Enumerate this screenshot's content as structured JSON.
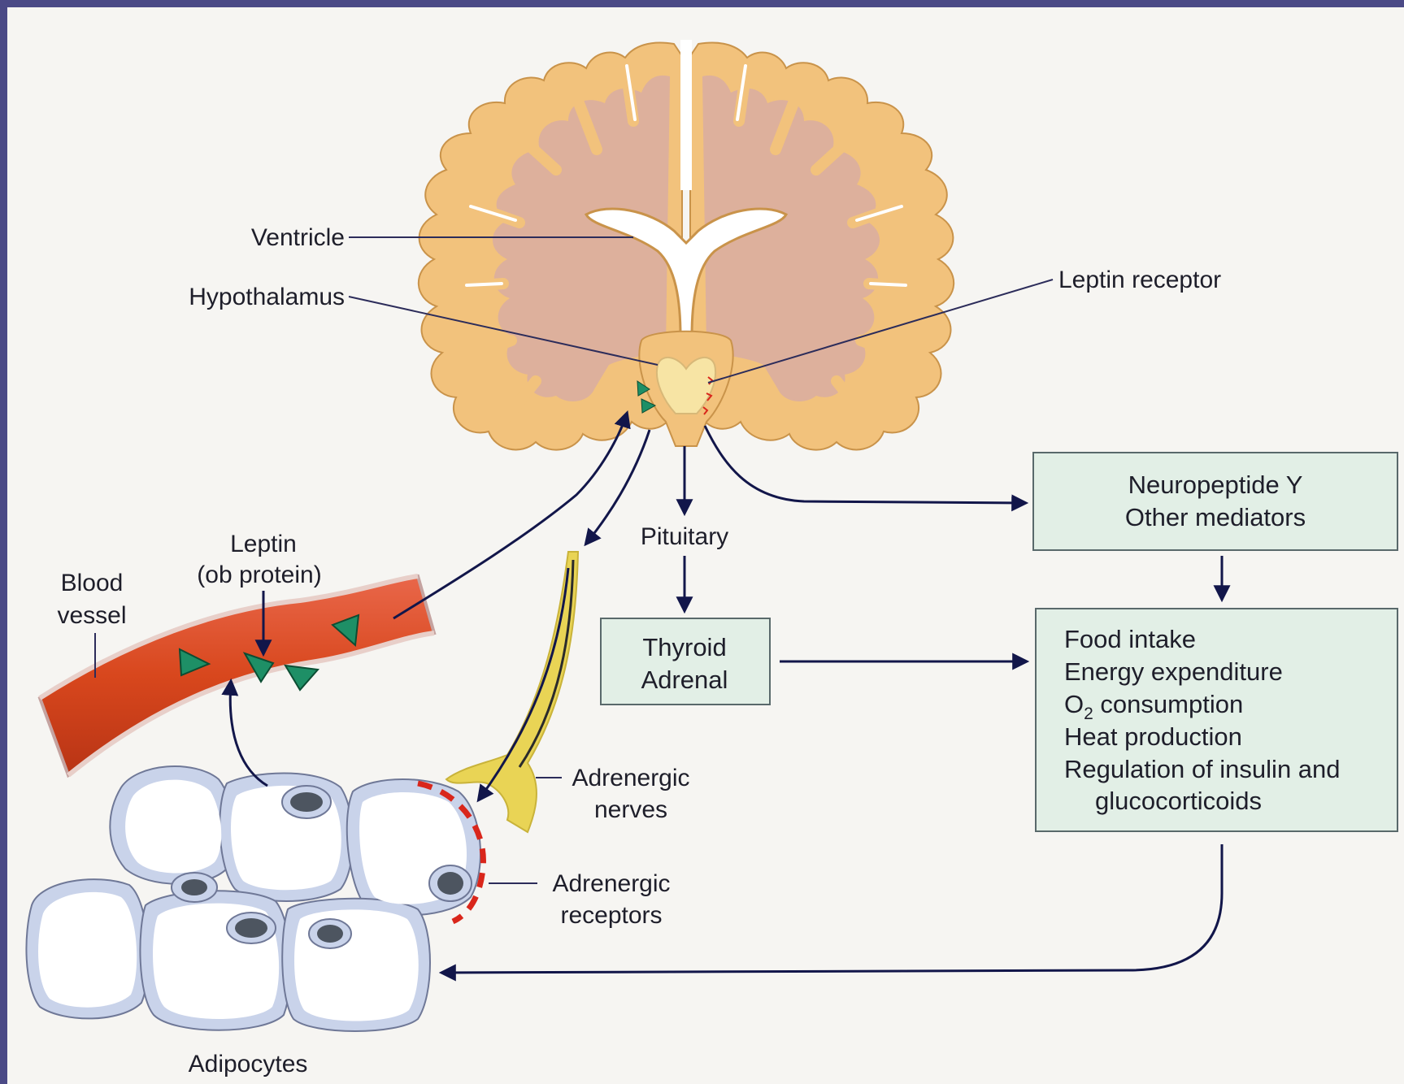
{
  "labels": {
    "ventricle": "Ventricle",
    "hypothalamus": "Hypothalamus",
    "leptin_receptor": "Leptin receptor",
    "pituitary": "Pituitary",
    "leptin_line1": "Leptin",
    "leptin_line2": "(ob protein)",
    "blood_line1": "Blood",
    "blood_line2": "vessel",
    "adrenergic_nerves_line1": "Adrenergic",
    "adrenergic_nerves_line2": "nerves",
    "adrenergic_receptors_line1": "Adrenergic",
    "adrenergic_receptors_line2": "receptors",
    "adipocytes": "Adipocytes"
  },
  "boxes": {
    "neuropeptide": [
      "Neuropeptide Y",
      "Other mediators"
    ],
    "thyroid": [
      "Thyroid",
      "Adrenal"
    ],
    "effects": {
      "line1": "Food intake",
      "line2": "Energy expenditure",
      "line3_main": "O",
      "line3_sub": "2",
      "line3_rest": " consumption",
      "line4": "Heat production",
      "line5": "Regulation of insulin and",
      "line6": "glucocorticoids"
    }
  },
  "colors": {
    "frame": "#4b4a86",
    "background": "#f6f5f2",
    "cortex_gray_matter": "#f2c27c",
    "white_matter": "#ddb09c",
    "hypothalamus": "#f7e4a4",
    "vessel": "#d8471d",
    "leptin": "#1e8f66",
    "adipocyte": "#c9d3ea",
    "nucleus": "#4d5560",
    "receptor": "#d9261b",
    "nerve": "#e9d455",
    "box_fill": "#e2efe6",
    "arrow": "#12164a"
  }
}
